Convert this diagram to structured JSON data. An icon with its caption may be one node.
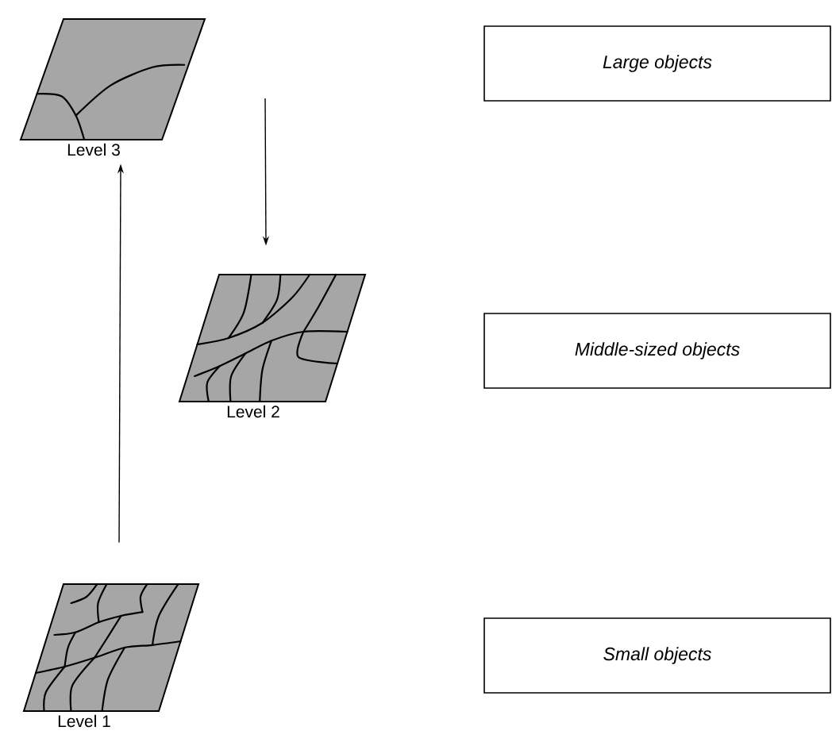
{
  "diagram": {
    "nodes": [
      {
        "text": [
          "Level 3"
        ]
      },
      {
        "text": [
          "Large objects"
        ]
      },
      {
        "text": [
          "Level 2"
        ]
      },
      {
        "text": [
          "Middle-sized objects"
        ]
      },
      {
        "text": [
          "Level 1"
        ]
      },
      {
        "text": [
          "Small objects"
        ]
      }
    ],
    "edges": [
      {
        "from": 4,
        "to": 0,
        "arrow": "to"
      },
      {
        "from": null,
        "to": 2,
        "arrow": "to"
      }
    ]
  }
}
